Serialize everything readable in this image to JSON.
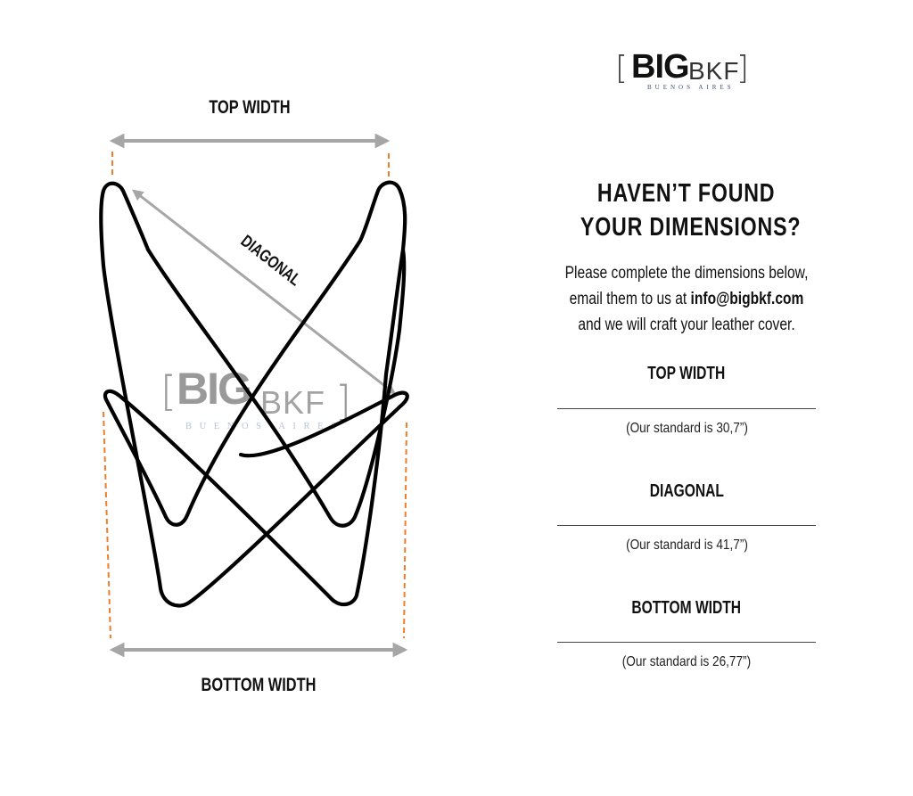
{
  "brand": {
    "name_bold": "BIG",
    "name_light": "BKF",
    "tagline": "BUENOS AIRES",
    "bracket_left": "[",
    "bracket_right": "]"
  },
  "diagram": {
    "labels": {
      "top_width": "TOP WIDTH",
      "diagonal": "DIAGONAL",
      "bottom_width": "BOTTOM WIDTH"
    },
    "watermark": {
      "name_bold": "BIG",
      "name_light": "BKF",
      "tagline": "BUENOS AIRES"
    },
    "colors": {
      "frame": "#000000",
      "arrow": "#a6a6a6",
      "guide": "#ee7d2c",
      "watermark": "#999999",
      "watermark_tagline": "#b7c3d6"
    }
  },
  "form": {
    "heading_line1": "HAVEN’T FOUND",
    "heading_line2": "YOUR DIMENSIONS?",
    "intro_line1": "Please complete the dimensions below,",
    "intro_line2_pre": "email them to us at ",
    "intro_email": "info@bigbkf.com",
    "intro_line3": "and we will craft your leather cover.",
    "fields": [
      {
        "label": "TOP WIDTH",
        "value": "",
        "hint": "(Our standard is 30,7”)"
      },
      {
        "label": "DIAGONAL",
        "value": "",
        "hint": "(Our standard is 41,7”)"
      },
      {
        "label": "BOTTOM WIDTH",
        "value": "",
        "hint": "(Our standard is 26,77”)"
      }
    ]
  }
}
